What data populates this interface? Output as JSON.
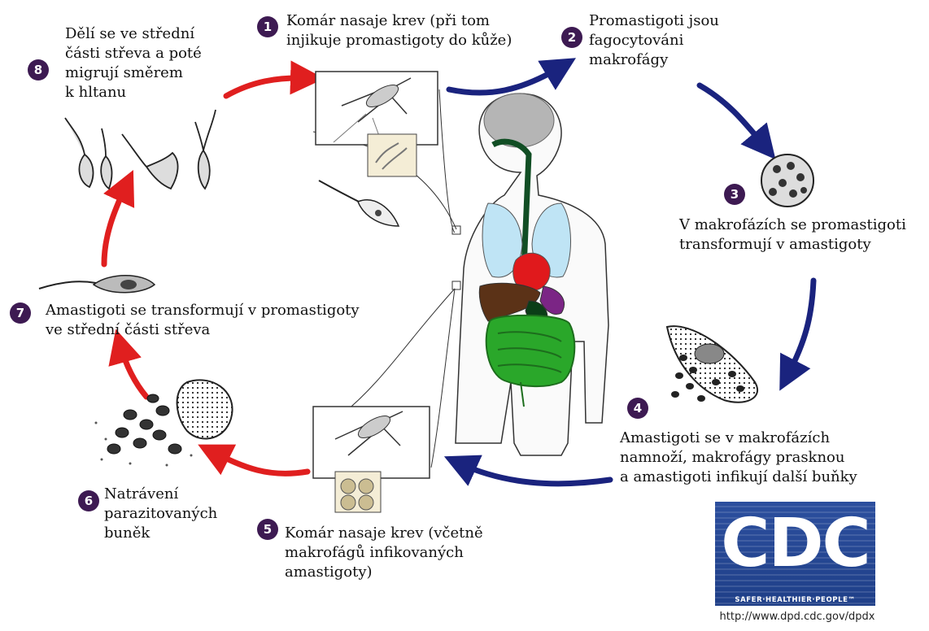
{
  "steps": [
    {
      "num": "1",
      "text": "Komár nasaje krev (při tom\ninjikuje promastigoty do kůže)"
    },
    {
      "num": "2",
      "text": "Promastigoti jsou\nfagocytováni\nmakrofágy"
    },
    {
      "num": "3",
      "text": "V makrofázích se promastigoti\ntransformují v amastigoty"
    },
    {
      "num": "4",
      "text": "Amastigoti se v makrofázích\nnamnoží, makrofágy prasknou\na amastigoti infikují další buňky"
    },
    {
      "num": "5",
      "text": "Komár nasaje krev (včetně\nmakrofágů infikovaných\namastigoty)"
    },
    {
      "num": "6",
      "text": "Natrávení\nparazitovaných\nbuněk"
    },
    {
      "num": "7",
      "text": "Amastigoti se transformují v promastigoty\nve střední části střeva"
    },
    {
      "num": "8",
      "text": "Dělí se ve střední\nčásti střeva a poté\nmigrují  směrem\nk hltanu"
    }
  ],
  "logo": {
    "letters": "CDC",
    "tagline": "SAFER·HEALTHIER·PEOPLE™",
    "url": "http://www.dpd.cdc.gov/dpdx"
  },
  "colors": {
    "human_stage_arrows": "#1a237e",
    "vector_stage_arrows": "#e01f1f",
    "step_badge": "#3d1a52",
    "logo_blue": "#2a4c9a"
  }
}
